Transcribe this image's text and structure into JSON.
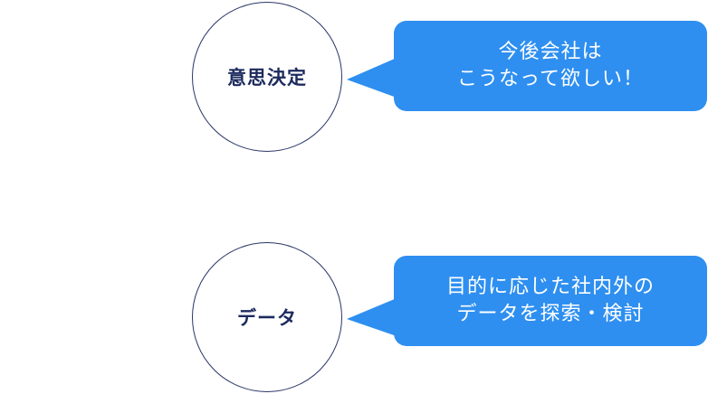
{
  "nodes": [
    {
      "label": "意思決定",
      "callout_lines": [
        "今後会社は",
        "こうなって欲しい！"
      ]
    },
    {
      "label": "データ",
      "callout_lines": [
        "目的に応じた社内外の",
        "データを探索・検討"
      ]
    }
  ],
  "colors": {
    "callout_fill": "#2e8ff0",
    "node_border": "#2a3566",
    "node_text": "#1c2a5e",
    "callout_text": "#ffffff"
  }
}
